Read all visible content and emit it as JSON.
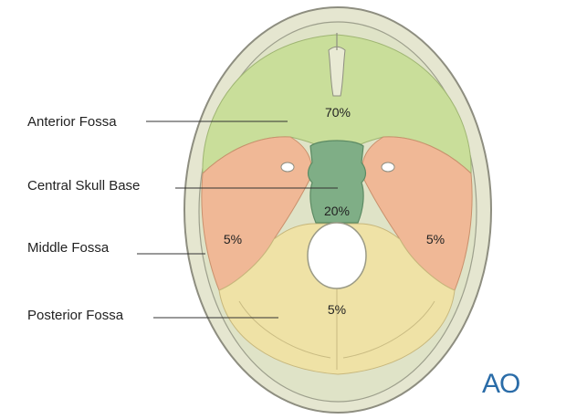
{
  "labels": {
    "anterior": "Anterior Fossa",
    "central": "Central Skull Base",
    "middle": "Middle Fossa",
    "posterior": "Posterior Fossa"
  },
  "percentages": {
    "anterior": "70%",
    "central": "20%",
    "middle_left": "5%",
    "middle_right": "5%",
    "posterior": "5%"
  },
  "logo": {
    "text": "AO"
  },
  "colors": {
    "anterior": "#c9de9a",
    "central": "#7fae86",
    "middle": "#f0b896",
    "posterior": "#efe2a6",
    "bone": "#e8e8d2",
    "outline": "#8b8b7a",
    "logo": "#2a6ca8"
  }
}
